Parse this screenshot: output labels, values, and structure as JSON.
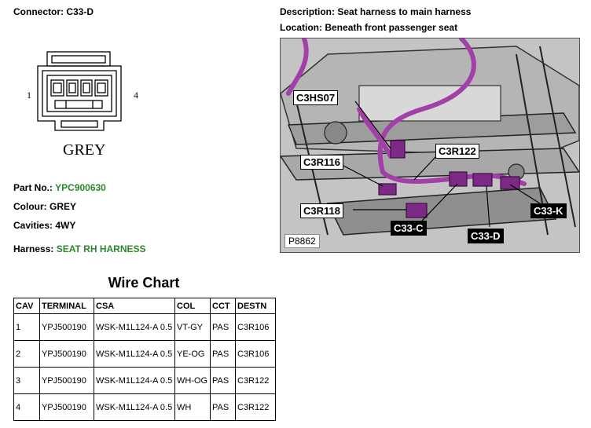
{
  "connector": {
    "label": "Connector:",
    "value": "C33-D",
    "pin_left": "1",
    "pin_right": "4",
    "face_colour_text": "GREY"
  },
  "description": {
    "label": "Description:",
    "value": "Seat harness to main harness"
  },
  "location": {
    "label": "Location:",
    "value": "Beneath front passenger seat"
  },
  "part_no": {
    "label": "Part No.:",
    "value": "YPC900630"
  },
  "colour": {
    "label": "Colour:",
    "value": "GREY"
  },
  "cavities": {
    "label": "Cavities:",
    "value": "4WY"
  },
  "harness": {
    "label": "Harness:",
    "value": "SEAT RH HARNESS"
  },
  "photo": {
    "ref": "P8862",
    "callouts": [
      "C3HS07",
      "C3R122",
      "C3R116",
      "C3R118",
      "C33-C",
      "C33-D",
      "C33-K"
    ]
  },
  "wire_chart": {
    "title": "Wire Chart",
    "headers": [
      "CAV",
      "TERMINAL",
      "CSA",
      "COL",
      "CCT",
      "DESTN"
    ],
    "rows": [
      [
        "1",
        "YPJ500190",
        "WSK-M1L124-A 0.5",
        "VT-GY",
        "PAS",
        "C3R106"
      ],
      [
        "2",
        "YPJ500190",
        "WSK-M1L124-A 0.5",
        "YE-OG",
        "PAS",
        "C3R106"
      ],
      [
        "3",
        "YPJ500190",
        "WSK-M1L124-A 0.5",
        "WH-OG",
        "PAS",
        "C3R122"
      ],
      [
        "4",
        "YPJ500190",
        "WSK-M1L124-A 0.5",
        "WH",
        "PAS",
        "C3R122"
      ]
    ]
  },
  "colors": {
    "harness_purple": "#a23fa8",
    "green_text": "#2a8a2a"
  }
}
